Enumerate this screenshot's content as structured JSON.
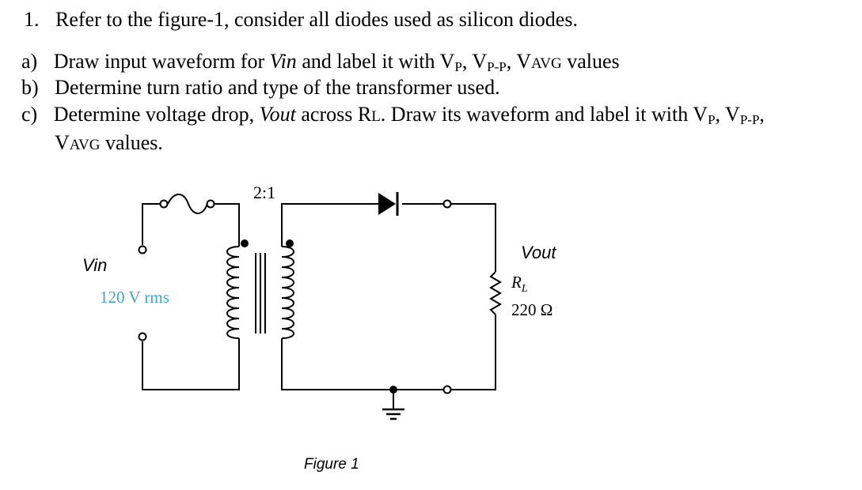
{
  "question": {
    "number": "1.",
    "text": "Refer to the figure-1, consider all diodes used as silicon diodes."
  },
  "parts": [
    {
      "label": "a)",
      "line1": {
        "pre": "Draw input waveform for ",
        "italic": "Vin",
        "mid": " and label it with V",
        "sub1": "P",
        "sep1": ", V",
        "sub2": "P-P",
        "sep2": ", V",
        "sc": "AVG",
        "post": " values"
      }
    },
    {
      "label": "b)",
      "text": "Determine turn ratio and type of the transformer used."
    },
    {
      "label": "c)",
      "line1": {
        "pre": "Determine voltage drop, ",
        "italic": "Vout",
        "mid": " across R",
        "sc": "L",
        "post": ". Draw its waveform and label it with V",
        "sub1": "P",
        "sep1": ", V",
        "sub2": "P-P",
        "tail": ","
      },
      "line2": {
        "pre": "V",
        "sc": "AVG",
        "post": " values."
      }
    }
  ],
  "figure": {
    "vin_label": "Vin",
    "source_label": "120 V rms",
    "ratio_label": "2:1",
    "vout_label": "Vout",
    "rl_label": "R",
    "rl_sub": "L",
    "rl_value": "220 Ω",
    "caption": "Figure 1",
    "source_label_color": "#3aa6d8"
  }
}
